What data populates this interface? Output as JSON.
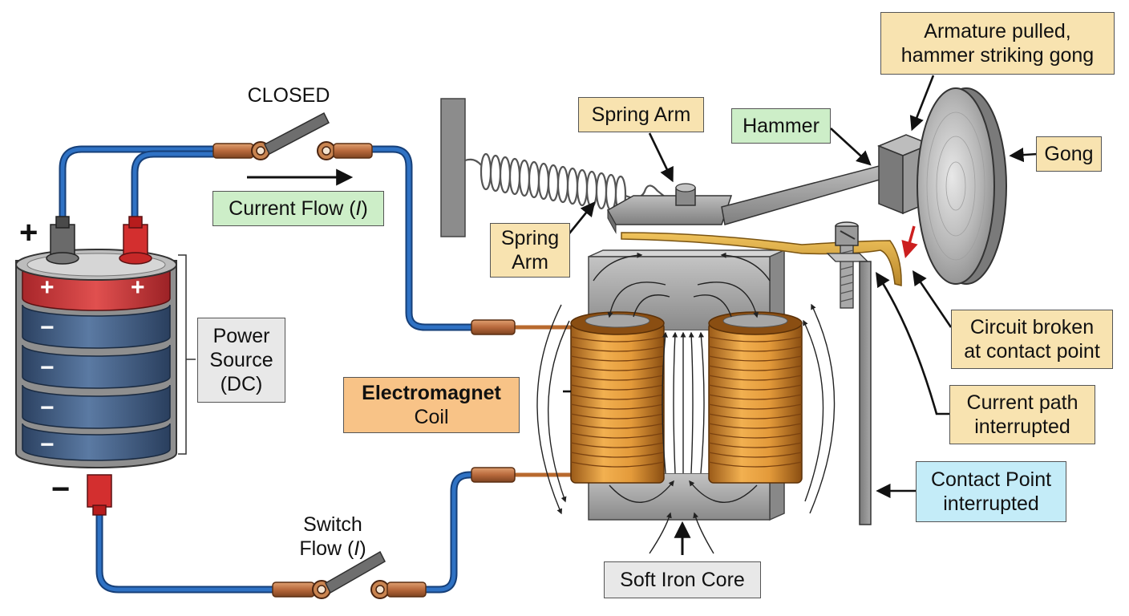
{
  "labels": {
    "closed": "CLOSED",
    "current_flow": "Current Flow (",
    "current_flow_i": "I",
    "current_flow_end": ")",
    "spring_arm_top": "Spring Arm",
    "spring_arm_side_l1": "Spring",
    "spring_arm_side_l2": "Arm",
    "hammer": "Hammer",
    "armature_l1": "Armature pulled,",
    "armature_l2": "hammer striking gong",
    "gong": "Gong",
    "power_l1": "Power",
    "power_l2": "Source",
    "power_l3": "(DC)",
    "electromagnet": "Electromagnet",
    "coil": "Coil",
    "circuit_broken_l1": "Circuit broken",
    "circuit_broken_l2": "at contact point",
    "current_path_l1": "Current path",
    "current_path_l2": "interrupted",
    "contact_point_l1": "Contact Point",
    "contact_point_l2": "interrupted",
    "switch_flow_l1": "Switch",
    "switch_flow_l2": "Flow (",
    "switch_flow_i": "I",
    "switch_flow_end": ")",
    "soft_iron_core": "Soft Iron Core"
  },
  "battery": {
    "positive_terminal": "+",
    "negative_terminal": "−",
    "cell_top_plus_left": "+",
    "cell_top_plus_right": "+",
    "cell_minus_1": "−",
    "cell_minus_2": "−",
    "cell_minus_3": "−",
    "cell_minus_4": "−"
  },
  "colors": {
    "wire": "#1f5fae",
    "copper": "#c07040",
    "coil": "#d98c2e",
    "iron": "#9a9a9a",
    "battery_body": "#3e5a7e",
    "battery_top": "#c8383a",
    "label_yellow": "#f8e3b0",
    "label_green": "#cdeec8",
    "label_blue": "#c4ecf8",
    "label_orange": "#f8c387",
    "red_arrow": "#cc1f1f"
  }
}
